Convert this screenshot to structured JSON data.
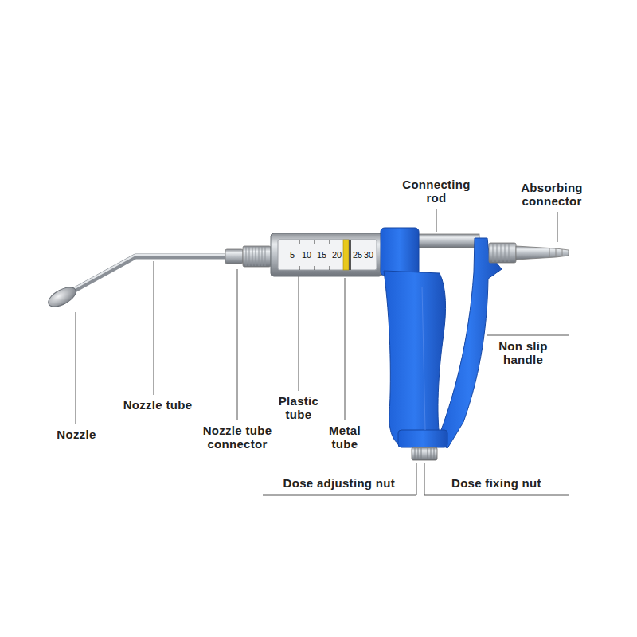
{
  "diagram": {
    "labels": [
      "Connecting rod",
      "Absorbing connector",
      "5",
      "10",
      "15",
      "20",
      "25",
      "30",
      "Non slip handle",
      "Nozzle tube",
      "Plastic tube",
      "Nozzle",
      "Nozzle tube connector",
      "Metal tube",
      "Dose adjusting nut",
      "Dose fixing nut"
    ]
  }
}
